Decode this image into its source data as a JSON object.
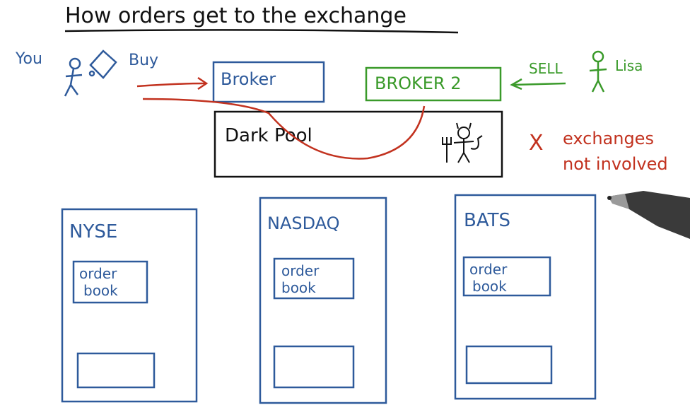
{
  "title": "How orders get to the exchange",
  "labels": {
    "you": "You",
    "buy": "Buy",
    "broker": "Broker",
    "broker2": "BROKER 2",
    "sell": "SELL",
    "lisa": "Lisa",
    "dark_pool": "Dark Pool",
    "x_mark": "X",
    "note_line1": "exchanges",
    "note_line2": "not involved"
  },
  "exchanges": [
    {
      "name": "NYSE",
      "book_line1": "order",
      "book_line2": "book"
    },
    {
      "name": "NASDAQ",
      "book_line1": "order",
      "book_line2": "book"
    },
    {
      "name": "BATS",
      "book_line1": "order",
      "book_line2": "book"
    }
  ],
  "colors": {
    "blue": "#2e5a9b",
    "green": "#3a9a2a",
    "red": "#c2321f",
    "ink": "#111111"
  }
}
